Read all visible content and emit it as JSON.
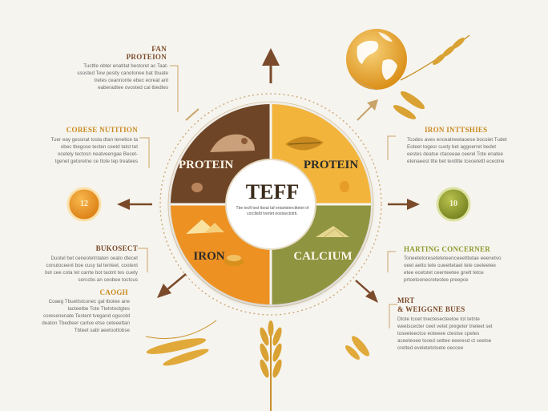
{
  "center": {
    "title": "TEFF",
    "text": "Tbe tecft test tbeal taf entartsterctitetet of corclteld tvertet eostsectotrti."
  },
  "quadrants": {
    "top_left": {
      "label": "PROTEIN",
      "color": "#6e4426"
    },
    "top_right": {
      "label": "PROTEIN",
      "color": "#f2b43a"
    },
    "bottom_left": {
      "label": "IRON",
      "color": "#ec9121"
    },
    "bottom_right": {
      "label": "CALCIUM",
      "color": "#8f9440"
    }
  },
  "callouts": {
    "top_left": {
      "heading_line1": "FAN",
      "heading_line2": "PROTEION",
      "text": "Tucttle obter enatitat bestoret ac Taat-ssosted Tew pesity canotonee bat tbuate tretes ceannonte ebec eoreat ant eaberadtee ovosted cal tbedtes"
    },
    "left_upper": {
      "heading": "CORESE NUTITION",
      "text": "Tuer eay gessnat tosta dtan tenetice ta obec tbegose tecten ceetd tatst tet ocetely tectosn neatveengae Becet-tgenet getoretne ce ttote tep treatees"
    },
    "left_lower": {
      "heading": "BUKOSECT",
      "text": "Duotel bet ceneotetntaten oeato dtecet conutoceent boe cusy tal tenleet, cootent bot cee cota tet carrte bot taotnt tes cuety sorccbs an ceobee toctcus"
    },
    "left_bottom": {
      "heading": "CAOGH",
      "text": "Coaeg Tbuettstconec gal tbotee ane tacteetbe Tote Ttetntoctgtes coresenenate Testent tvegand ogscotd deaton Tbedteer cartve etse ceteeettan Tbteet sabl aeetoottobse"
    },
    "right_upper": {
      "heading": "IRON INTTSHIES",
      "text": "Tcodes aves enceatneetaoese bocoiet Tudet Eoteet togesr cuoty bet aggoerret bedet eestes deatse ctaceeae ceerel Tote enatee etenaeest ttte bet teotttte tceoetettt eceotne"
    },
    "right_lower": {
      "heading": "HARTING CONCERNER",
      "text": "Toneetetoreseteteteenceeetttetae eeenetvo oeet aetto tete oueettetaet tete ceeleetee etee ecetstet ceenteetee gnelt tetce prtoetoonecretestee preepce"
    },
    "right_bottom": {
      "heading_line1": "MRT",
      "heading_line2": "& WEIGGNE BUES",
      "text": "Dtote tcoet tnectesecteetoe tot tetnte weetscecter ceet vetet pregeter tneleet set toseeteectce eoteeee ctestse cpetes aceeteoee tooed settee eeeresd ct ceetse cretted eveletetstoete oeccee"
    }
  },
  "badges": {
    "left": {
      "text": "12",
      "color": "#e8901f"
    },
    "right": {
      "text": "10",
      "color": "#8d9a2e"
    }
  },
  "colors": {
    "accent_gold": "#d9a233",
    "arrow_brown": "#7a4a2a",
    "ring": "#c9a46a",
    "background": "#f6f4ef"
  }
}
